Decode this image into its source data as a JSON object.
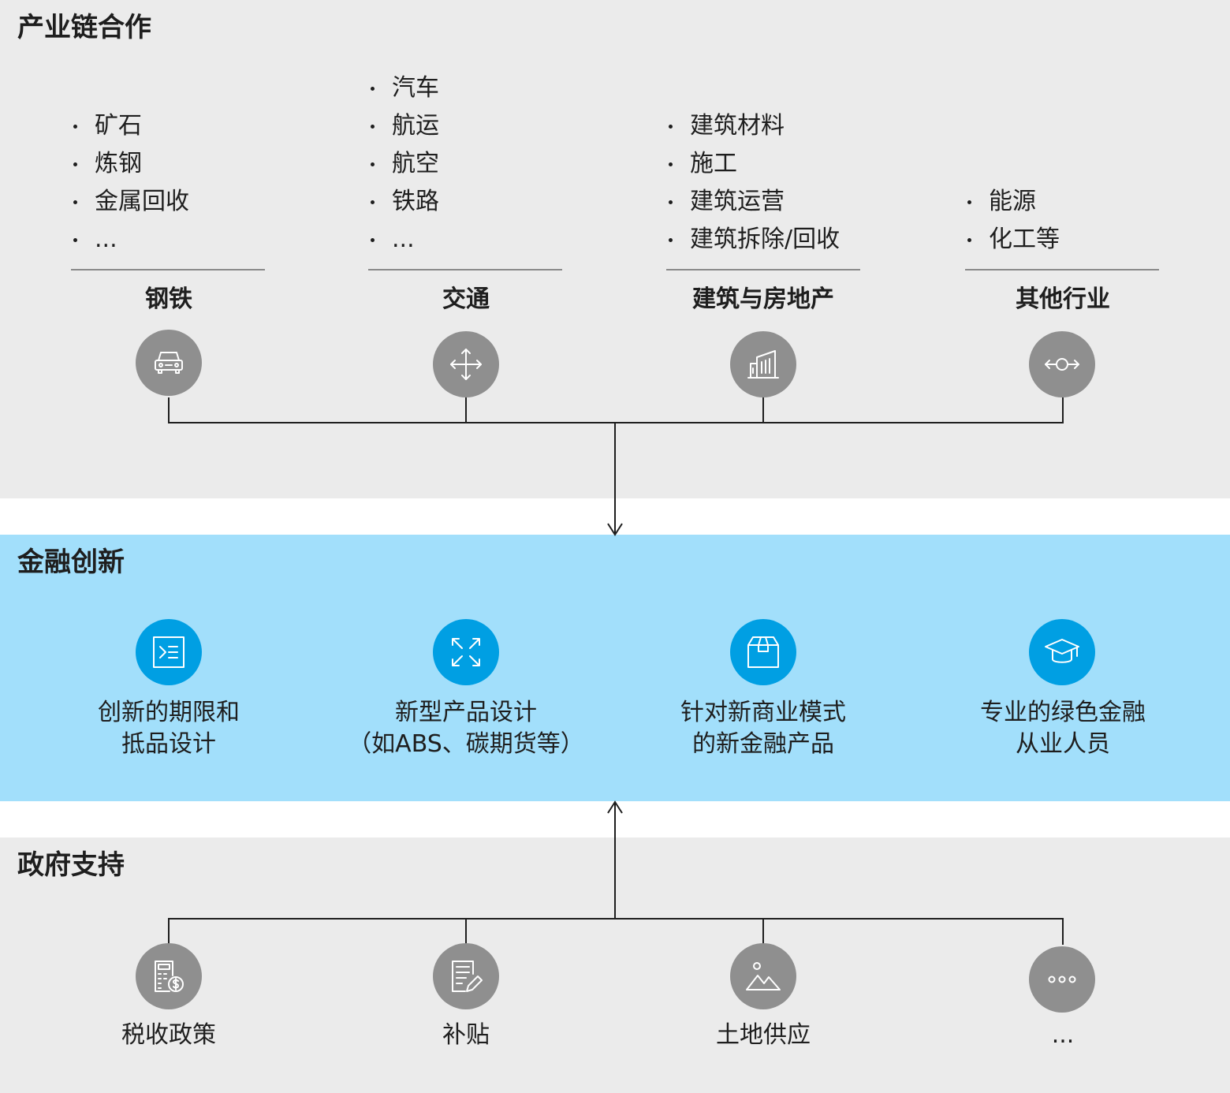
{
  "sections": {
    "industry": {
      "title": "产业链合作"
    },
    "finance": {
      "title": "金融创新"
    },
    "government": {
      "title": "政府支持"
    }
  },
  "industries": [
    {
      "name": "钢铁",
      "items": [
        "矿石",
        "炼钢",
        "金属回收",
        "..."
      ],
      "icon": "car-icon"
    },
    {
      "name": "交通",
      "items": [
        "汽车",
        "航运",
        "航空",
        "铁路",
        "..."
      ],
      "icon": "move-arrows-icon"
    },
    {
      "name": "建筑与房地产",
      "items": [
        "建筑材料",
        "施工",
        "建筑运营",
        "建筑拆除/回收"
      ],
      "icon": "building-icon"
    },
    {
      "name": "其他行业",
      "items": [
        "能源",
        "化工等"
      ],
      "icon": "link-arrows-icon"
    }
  ],
  "innovations": [
    {
      "lines": [
        "创新的期限和",
        "抵品设计"
      ],
      "icon": "terminal-icon"
    },
    {
      "lines": [
        "新型产品设计",
        "（如ABS、碳期货等）"
      ],
      "icon": "expand-arrows-icon"
    },
    {
      "lines": [
        "针对新商业模式",
        "的新金融产品"
      ],
      "icon": "box-icon"
    },
    {
      "lines": [
        "专业的绿色金融",
        "从业人员"
      ],
      "icon": "graduation-cap-icon"
    }
  ],
  "supports": [
    {
      "label": "税收政策",
      "icon": "tax-calculator-icon"
    },
    {
      "label": "补贴",
      "icon": "document-edit-icon"
    },
    {
      "label": "土地供应",
      "icon": "landscape-icon"
    },
    {
      "label": "...",
      "icon": "more-dots-icon"
    }
  ],
  "colors": {
    "grey_band": "#ebebeb",
    "blue_band": "#a2dffb",
    "grey_icon": "#8f8f8f",
    "blue_icon": "#009fe3",
    "line": "#1e1e1e"
  }
}
